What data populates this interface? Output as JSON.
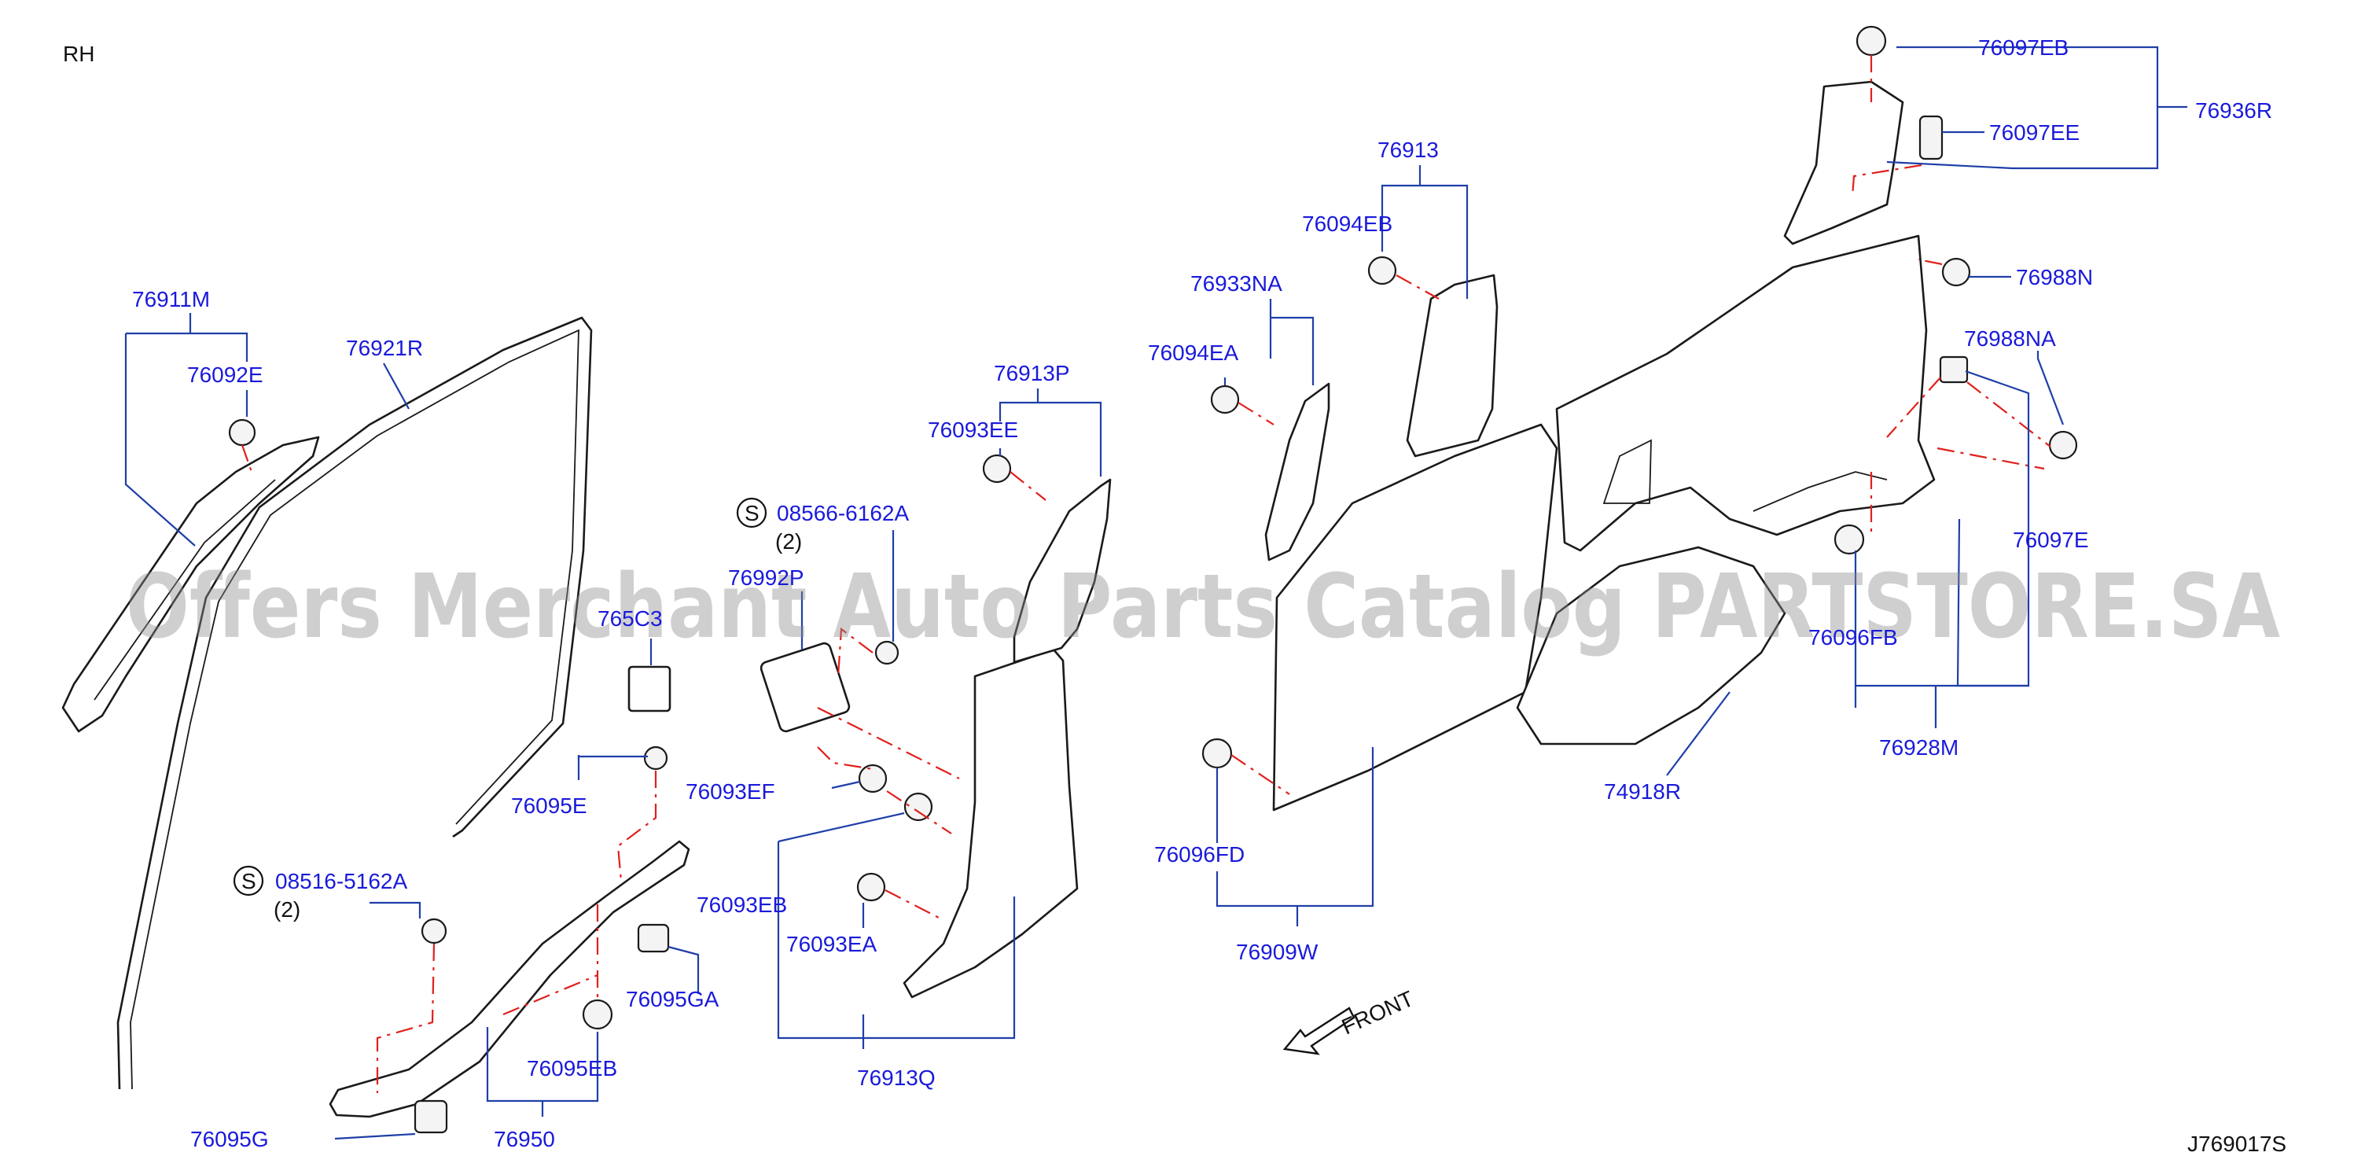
{
  "side_label": "RH",
  "diagram_code": "J769017S",
  "watermark": "Offers Merchant Auto Parts Catalog PARTSTORE.SA",
  "front_label": "FRONT",
  "screw_symbol": "S",
  "colors": {
    "label": "#1a1adb",
    "leader": "#1f3fa8",
    "dashed": "#e0201c",
    "parts": "#1a1a1a"
  },
  "parts": {
    "p76911M": "76911M",
    "p76092E": "76092E",
    "p76921R": "76921R",
    "p76913": "76913",
    "p76094EB": "76094EB",
    "p76933NA": "76933NA",
    "p76094EA": "76094EA",
    "p76913P": "76913P",
    "p76093EE": "76093EE",
    "p08566": "08566-6162A",
    "qty08566": "(2)",
    "p76992P": "76992P",
    "p765C3": "765C3",
    "p76093EF": "76093EF",
    "p76095E": "76095E",
    "p76093EB": "76093EB",
    "p76093EA": "76093EA",
    "p76913Q": "76913Q",
    "p08516": "08516-5162A",
    "qty08516": "(2)",
    "p76095GA": "76095GA",
    "p76095EB": "76095EB",
    "p76950": "76950",
    "p76095G": "76095G",
    "p76097EB": "76097EB",
    "p76936R": "76936R",
    "p76097EE": "76097EE",
    "p76988N": "76988N",
    "p76988NA": "76988NA",
    "p76097E": "76097E",
    "p76096FB": "76096FB",
    "p76928M": "76928M",
    "p74918R": "74918R",
    "p76096FD": "76096FD",
    "p76909W": "76909W"
  }
}
